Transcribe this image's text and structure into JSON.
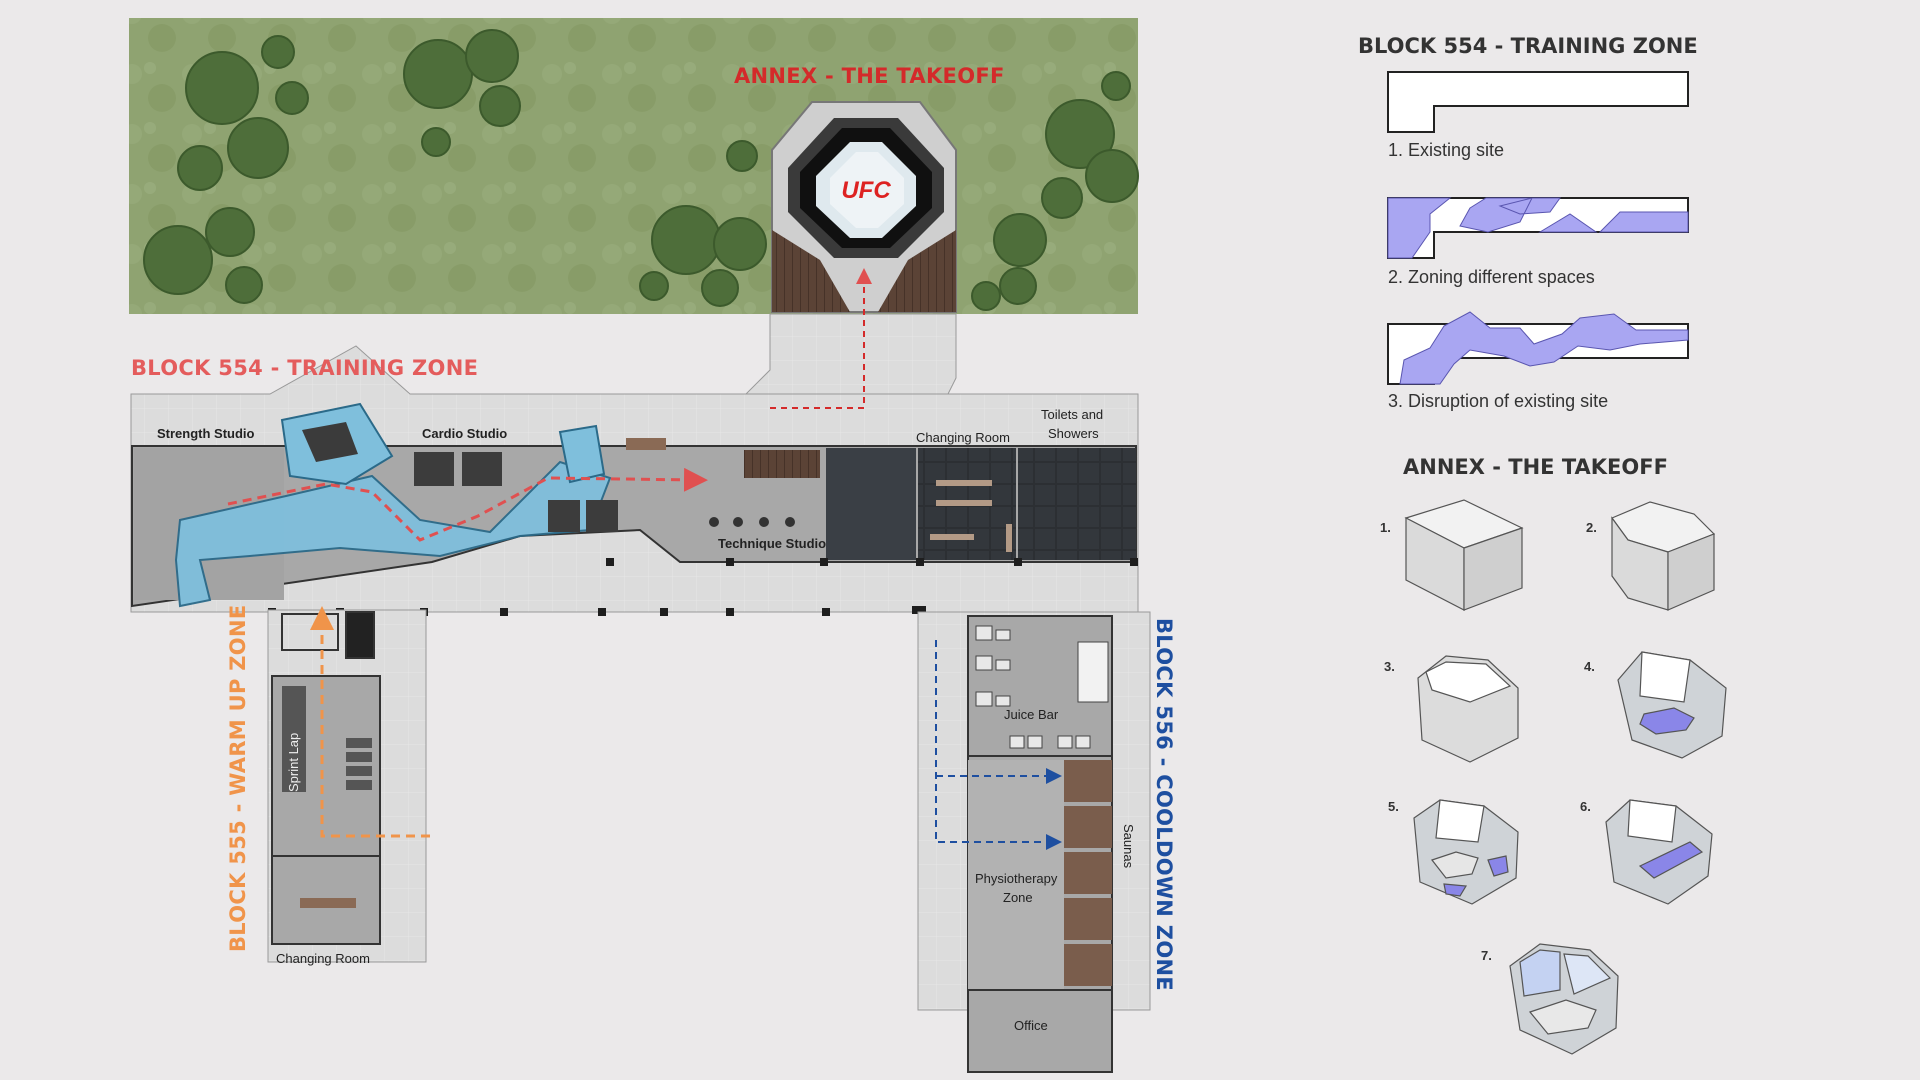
{
  "site_plan": {
    "annex_title": "ANNEX - THE TAKEOFF",
    "block_554_title": "BLOCK 554 - TRAINING ZONE",
    "block_555_title": "BLOCK 555 - WARM UP ZONE",
    "block_556_title": "BLOCK 556 - COOLDOWN ZONE",
    "octagon_logo": "UFC",
    "rooms": {
      "strength_studio": "Strength Studio",
      "cardio_studio": "Cardio Studio",
      "technique_studio": "Technique Studio",
      "changing_room_554": "Changing Room",
      "toilets_line1": "Toilets and",
      "toilets_line2": "Showers",
      "sprint_lap": "Sprint Lap",
      "changing_room_555": "Changing Room",
      "juice_bar": "Juice Bar",
      "saunas": "Saunas",
      "physio_line1": "Physiotherapy",
      "physio_line2": "Zone",
      "office": "Office"
    },
    "colors": {
      "block_554": "#e45c5c",
      "annex": "#d42a2a",
      "block_555": "#f0944a",
      "block_556": "#1e4fa0",
      "track_blue": "#7fbfdc",
      "grass": "#8a9e6a"
    }
  },
  "legend": {
    "training_title": "BLOCK 554 - TRAINING ZONE",
    "steps": [
      "1. Existing site",
      "2. Zoning different spaces",
      "3. Disruption of existing site"
    ],
    "annex_title": "ANNEX - THE TAKEOFF",
    "annex_steps": [
      "1.",
      "2.",
      "3.",
      "4.",
      "5.",
      "6.",
      "7."
    ],
    "zoning_color": "#a9a6f2"
  }
}
